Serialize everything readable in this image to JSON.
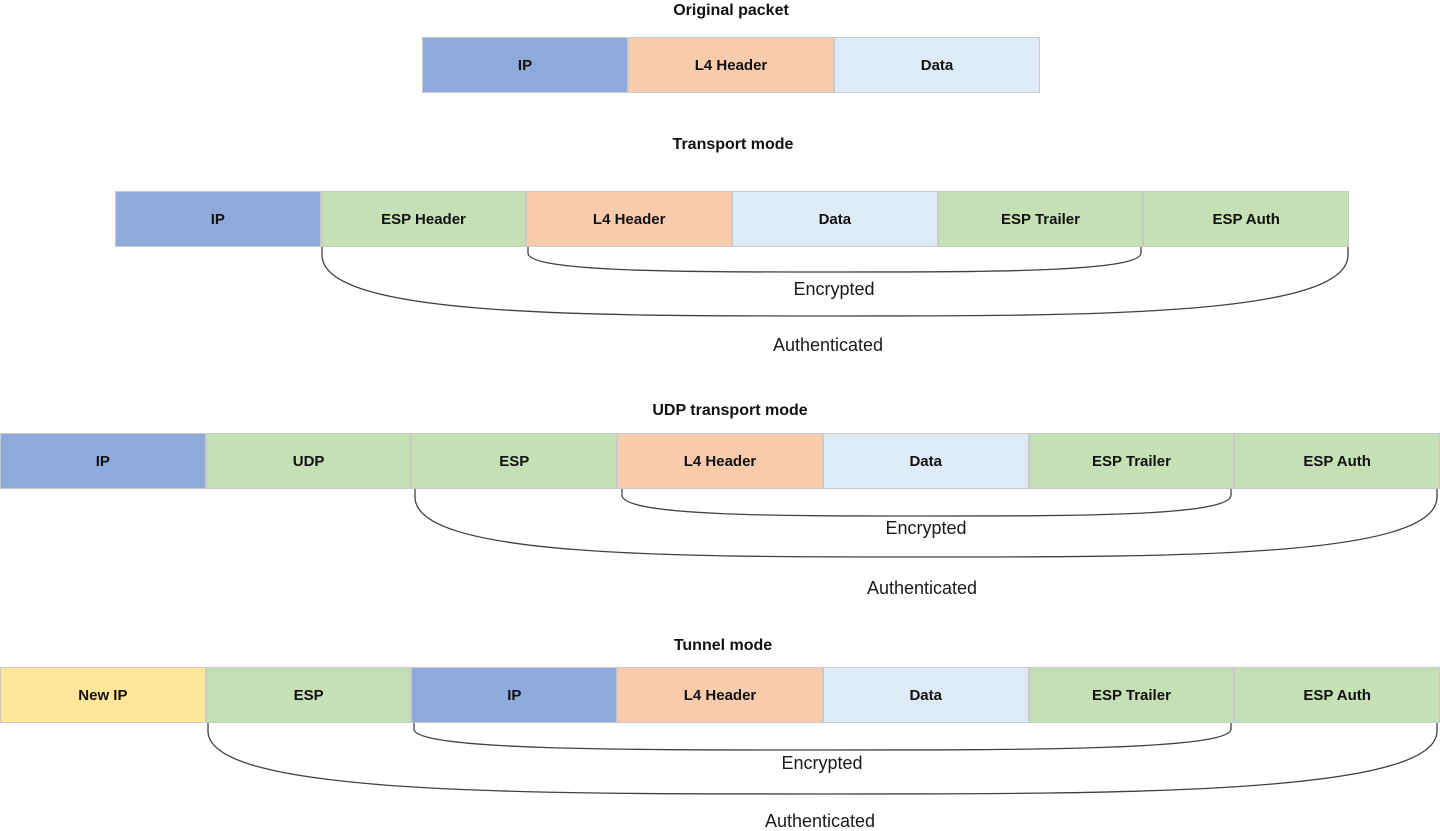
{
  "diagram": {
    "sections": [
      {
        "title": "Original packet",
        "boxes": [
          {
            "label": "IP",
            "type": "ip"
          },
          {
            "label": "L4 Header",
            "type": "l4"
          },
          {
            "label": "Data",
            "type": "data"
          }
        ],
        "brackets": []
      },
      {
        "title": "Transport mode",
        "boxes": [
          {
            "label": "IP",
            "type": "ip"
          },
          {
            "label": "ESP Header",
            "type": "esp"
          },
          {
            "label": "L4 Header",
            "type": "l4"
          },
          {
            "label": "Data",
            "type": "data"
          },
          {
            "label": "ESP Trailer",
            "type": "esp"
          },
          {
            "label": "ESP Auth",
            "type": "esp"
          }
        ],
        "brackets": [
          {
            "label": "Encrypted",
            "spans": [
              "L4 Header",
              "Data",
              "ESP Trailer"
            ]
          },
          {
            "label": "Authenticated",
            "spans": [
              "ESP Header",
              "L4 Header",
              "Data",
              "ESP Trailer",
              "ESP Auth"
            ]
          }
        ]
      },
      {
        "title": "UDP transport mode",
        "boxes": [
          {
            "label": "IP",
            "type": "ip"
          },
          {
            "label": "UDP",
            "type": "esp"
          },
          {
            "label": "ESP",
            "type": "esp"
          },
          {
            "label": "L4 Header",
            "type": "l4"
          },
          {
            "label": "Data",
            "type": "data"
          },
          {
            "label": "ESP Trailer",
            "type": "esp"
          },
          {
            "label": "ESP Auth",
            "type": "esp"
          }
        ],
        "brackets": [
          {
            "label": "Encrypted",
            "spans": [
              "L4 Header",
              "Data",
              "ESP Trailer"
            ]
          },
          {
            "label": "Authenticated",
            "spans": [
              "ESP",
              "L4 Header",
              "Data",
              "ESP Trailer",
              "ESP Auth"
            ]
          }
        ]
      },
      {
        "title": "Tunnel mode",
        "boxes": [
          {
            "label": "New IP",
            "type": "newip"
          },
          {
            "label": "ESP",
            "type": "esp"
          },
          {
            "label": "IP",
            "type": "ip"
          },
          {
            "label": "L4 Header",
            "type": "l4"
          },
          {
            "label": "Data",
            "type": "data"
          },
          {
            "label": "ESP Trailer",
            "type": "esp"
          },
          {
            "label": "ESP Auth",
            "type": "esp"
          }
        ],
        "brackets": [
          {
            "label": "Encrypted",
            "spans": [
              "IP",
              "L4 Header",
              "Data",
              "ESP Trailer"
            ]
          },
          {
            "label": "Authenticated",
            "spans": [
              "ESP",
              "IP",
              "L4 Header",
              "Data",
              "ESP Trailer",
              "ESP Auth"
            ]
          }
        ]
      }
    ],
    "colors": {
      "ip": "#8eaadb",
      "esp_udp_green": "#c5e0b4",
      "l4_header": "#f8cbad",
      "data": "#deebf7",
      "new_ip": "#ffe699",
      "box_border": "#c9c9c9",
      "bracket_line": "#404040",
      "text": "#111111"
    }
  }
}
